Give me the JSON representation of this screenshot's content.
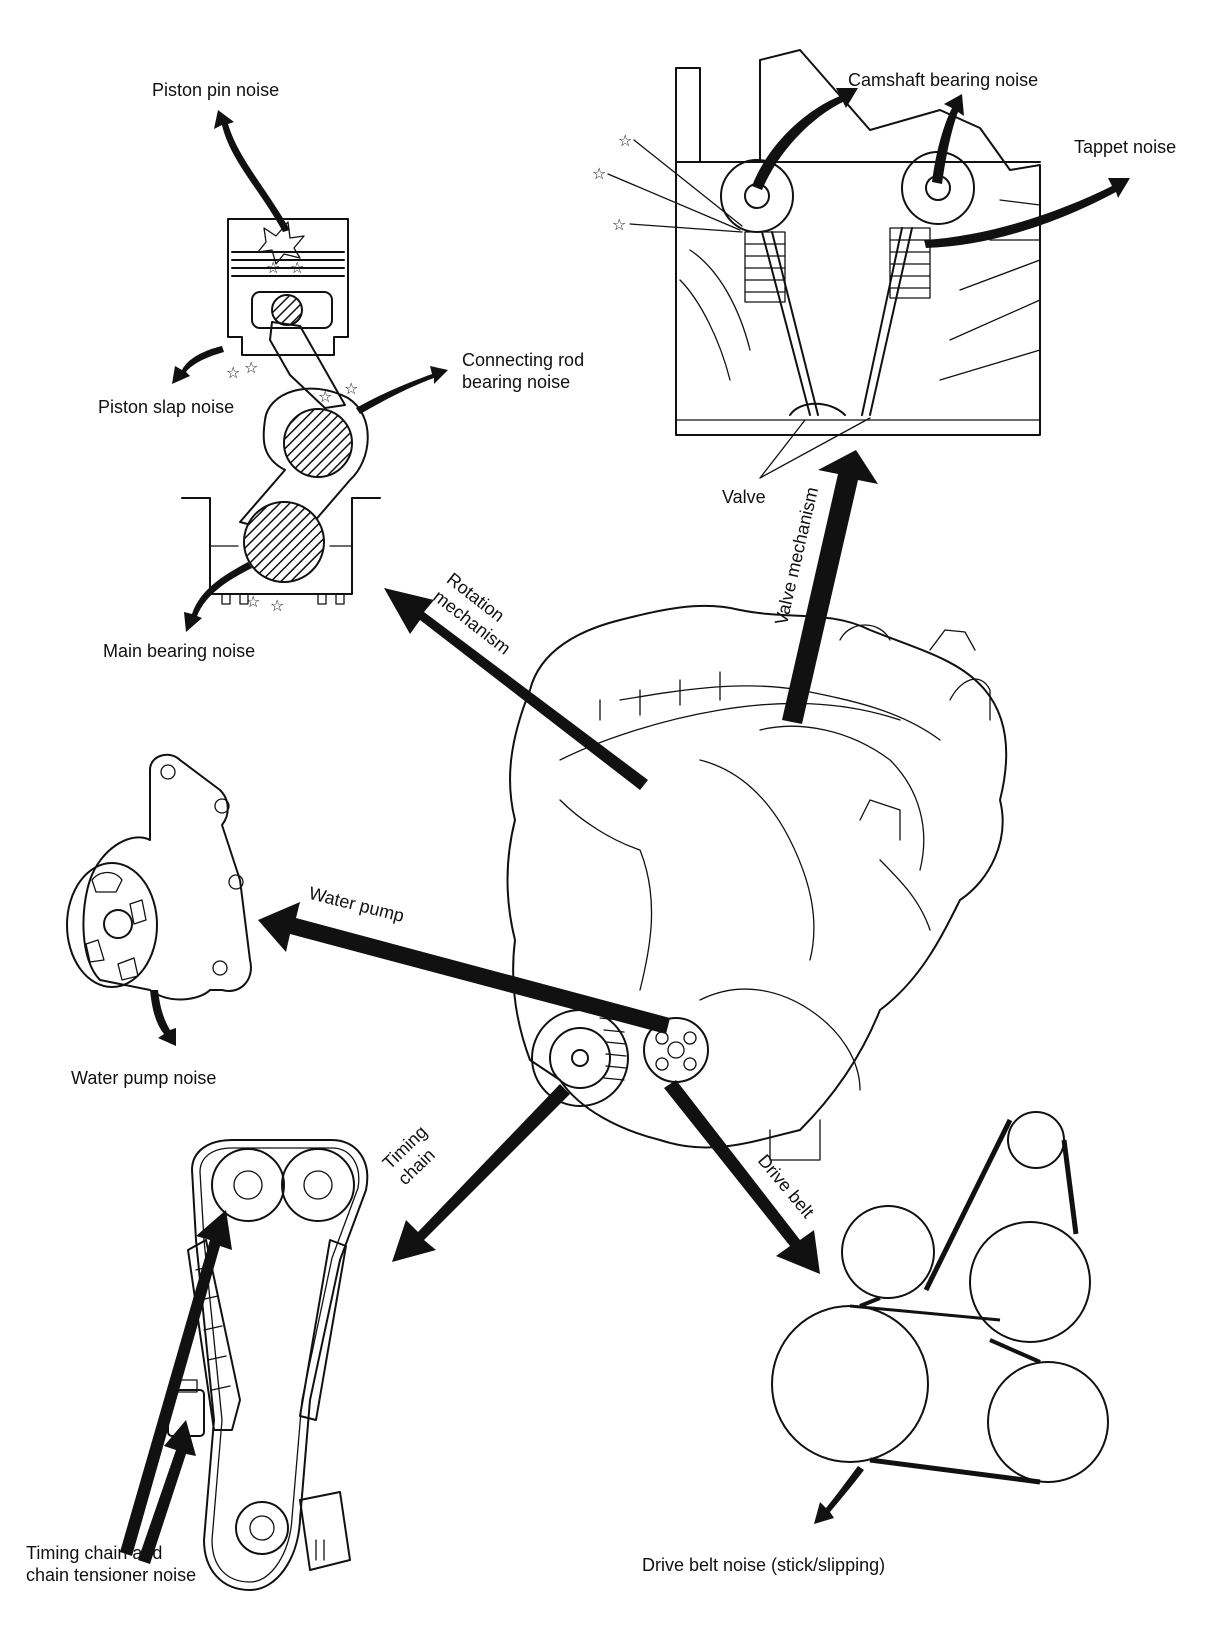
{
  "labels": {
    "piston_pin_noise": "Piston pin noise",
    "piston_slap_noise": "Piston slap noise",
    "connecting_rod_bearing_noise": "Connecting rod\nbearing noise",
    "main_bearing_noise": "Main bearing noise",
    "camshaft_bearing_noise": "Camshaft bearing noise",
    "tappet_noise": "Tappet noise",
    "valve": "Valve",
    "valve_mechanism": "Valve mechanism",
    "rotation_mechanism": "Rotation\nmechanism",
    "water_pump": "Water pump",
    "water_pump_noise": "Water pump noise",
    "timing_chain": "Timing\nchain",
    "drive_belt": "Drive belt",
    "timing_chain_tensioner_noise": "Timing chain and\nchain tensioner noise",
    "drive_belt_noise": "Drive belt noise (stick/slipping)"
  },
  "colors": {
    "ink": "#111111",
    "background": "#ffffff"
  }
}
